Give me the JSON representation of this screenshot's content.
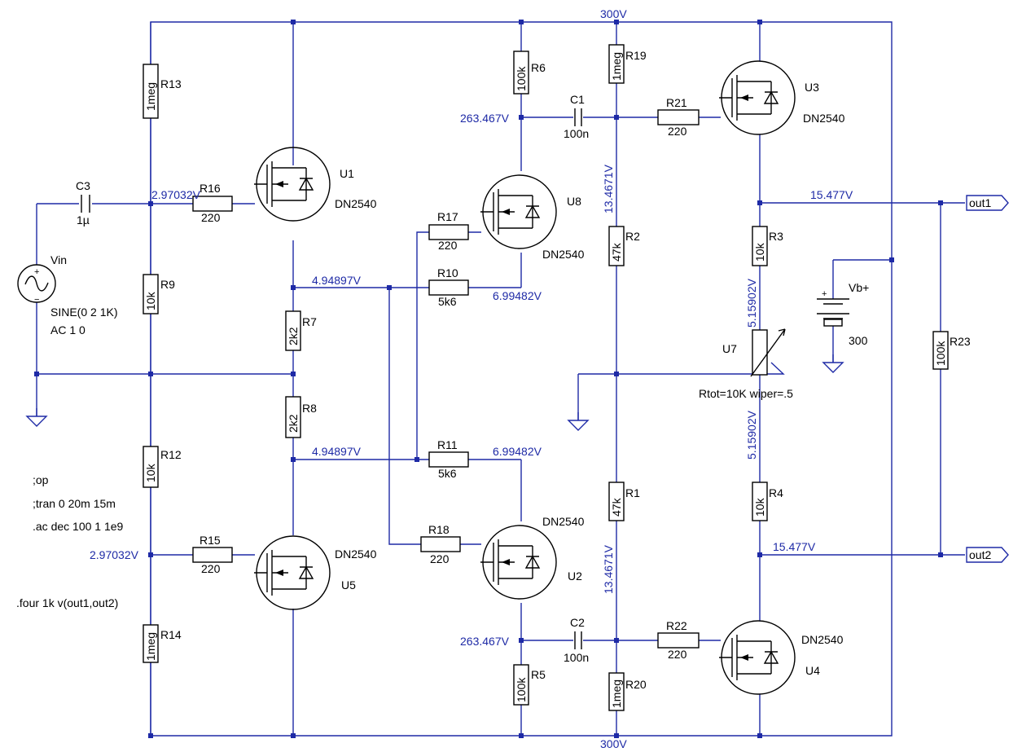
{
  "colors": {
    "wire": "#1e2aa6",
    "label": "#1e2aa6",
    "symbol": "#000000"
  },
  "labels": {
    "vtop": "300V",
    "vbot": "300V",
    "R13n": "R13",
    "R13v": "1meg",
    "R9n": "R9",
    "R9v": "10k",
    "R12n": "R12",
    "R12v": "10k",
    "R14n": "R14",
    "R14v": "1meg",
    "R16n": "R16",
    "R16v": "220",
    "R15n": "R15",
    "R15v": "220",
    "C3n": "C3",
    "C3v": "1µ",
    "vin_n": "Vin",
    "vin_v": "SINE(0 2 1K)",
    "vin_ac": "AC 1 0",
    "n_in1": "2.97032V",
    "n_in2": "2.97032V",
    "U1n": "U1",
    "U1v": "DN2540",
    "U5n": "U5",
    "U5v": "DN2540",
    "R7n": "R7",
    "R7v": "2k2",
    "R8n": "R8",
    "R8v": "2k2",
    "n_s1": "4.94897V",
    "n_s2": "4.94897V",
    "R17n": "R17",
    "R17v": "220",
    "R10n": "R10",
    "R10v": "5k6",
    "R11n": "R11",
    "R11v": "5k6",
    "R18n": "R18",
    "R18v": "220",
    "n_d1": "6.99482V",
    "n_d2": "6.99482V",
    "R6n": "R6",
    "R6v": "100k",
    "R5n": "R5",
    "R5v": "100k",
    "U8n": "U8",
    "U8v": "DN2540",
    "U2n": "U2",
    "U2v": "DN2540",
    "n_dr1": "263.467V",
    "n_dr2": "263.467V",
    "C1n": "C1",
    "C1v": "100n",
    "C2n": "C2",
    "C2v": "100n",
    "R19n": "R19",
    "R19v": "1meg",
    "R20n": "R20",
    "R20v": "1meg",
    "R2n": "R2",
    "R2v": "47k",
    "R1n": "R1",
    "R1v": "47k",
    "n_g1": "13.4671V",
    "n_g2": "13.4671V",
    "R21n": "R21",
    "R21v": "220",
    "R22n": "R22",
    "R22v": "220",
    "U3n": "U3",
    "U3v": "DN2540",
    "U4n": "U4",
    "U4v": "DN2540",
    "n_o1": "15.477V",
    "n_o2": "15.477V",
    "R3n": "R3",
    "R3v": "10k",
    "R4n": "R4",
    "R4v": "10k",
    "n_p1": "5.15902V",
    "n_p2": "5.15902V",
    "U7n": "U7",
    "U7v": "Rtot=10K wiper=.5",
    "Vbn": "Vb+",
    "Vbv": "300",
    "R23n": "R23",
    "R23v": "100k",
    "out1": "out1",
    "out2": "out2",
    "dir1": ";op",
    "dir2": ";tran 0 20m 15m",
    "dir3": ".ac dec 100 1 1e9",
    "dir4": ".four 1k v(out1,out2)"
  }
}
